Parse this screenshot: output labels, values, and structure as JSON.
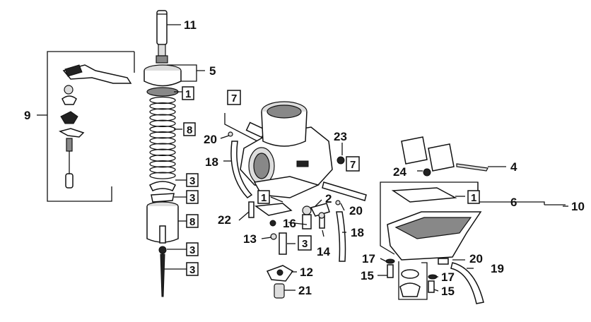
{
  "callouts": [
    {
      "id": "c11",
      "text": "11"
    },
    {
      "id": "c5",
      "text": "5"
    },
    {
      "id": "c1a",
      "text": "1",
      "boxed": true
    },
    {
      "id": "c9",
      "text": "9"
    },
    {
      "id": "c8a",
      "text": "8",
      "boxed": true
    },
    {
      "id": "c3a",
      "text": "3",
      "boxed": true
    },
    {
      "id": "c3b",
      "text": "3",
      "boxed": true
    },
    {
      "id": "c8b",
      "text": "8",
      "boxed": true
    },
    {
      "id": "c3c",
      "text": "3",
      "boxed": true
    },
    {
      "id": "c3d",
      "text": "3",
      "boxed": true
    },
    {
      "id": "c7a",
      "text": "7",
      "boxed": true
    },
    {
      "id": "c20a",
      "text": "20"
    },
    {
      "id": "c18a",
      "text": "18"
    },
    {
      "id": "c23",
      "text": "23"
    },
    {
      "id": "c7b",
      "text": "7",
      "boxed": true
    },
    {
      "id": "c1b",
      "text": "1",
      "boxed": true
    },
    {
      "id": "c2",
      "text": "2"
    },
    {
      "id": "c20b",
      "text": "20"
    },
    {
      "id": "c22",
      "text": "22"
    },
    {
      "id": "c16",
      "text": "16"
    },
    {
      "id": "c13",
      "text": "13"
    },
    {
      "id": "c3e",
      "text": "3",
      "boxed": true
    },
    {
      "id": "c14",
      "text": "14"
    },
    {
      "id": "c18b",
      "text": "18"
    },
    {
      "id": "c12",
      "text": "12"
    },
    {
      "id": "c21",
      "text": "21"
    },
    {
      "id": "c4",
      "text": "4"
    },
    {
      "id": "c24",
      "text": "24"
    },
    {
      "id": "c1c",
      "text": "1",
      "boxed": true
    },
    {
      "id": "c6",
      "text": "6"
    },
    {
      "id": "c10",
      "text": "10"
    },
    {
      "id": "c17a",
      "text": "17"
    },
    {
      "id": "c15a",
      "text": "15"
    },
    {
      "id": "c20c",
      "text": "20"
    },
    {
      "id": "c19",
      "text": "19"
    },
    {
      "id": "c17b",
      "text": "17"
    },
    {
      "id": "c15b",
      "text": "15"
    }
  ]
}
